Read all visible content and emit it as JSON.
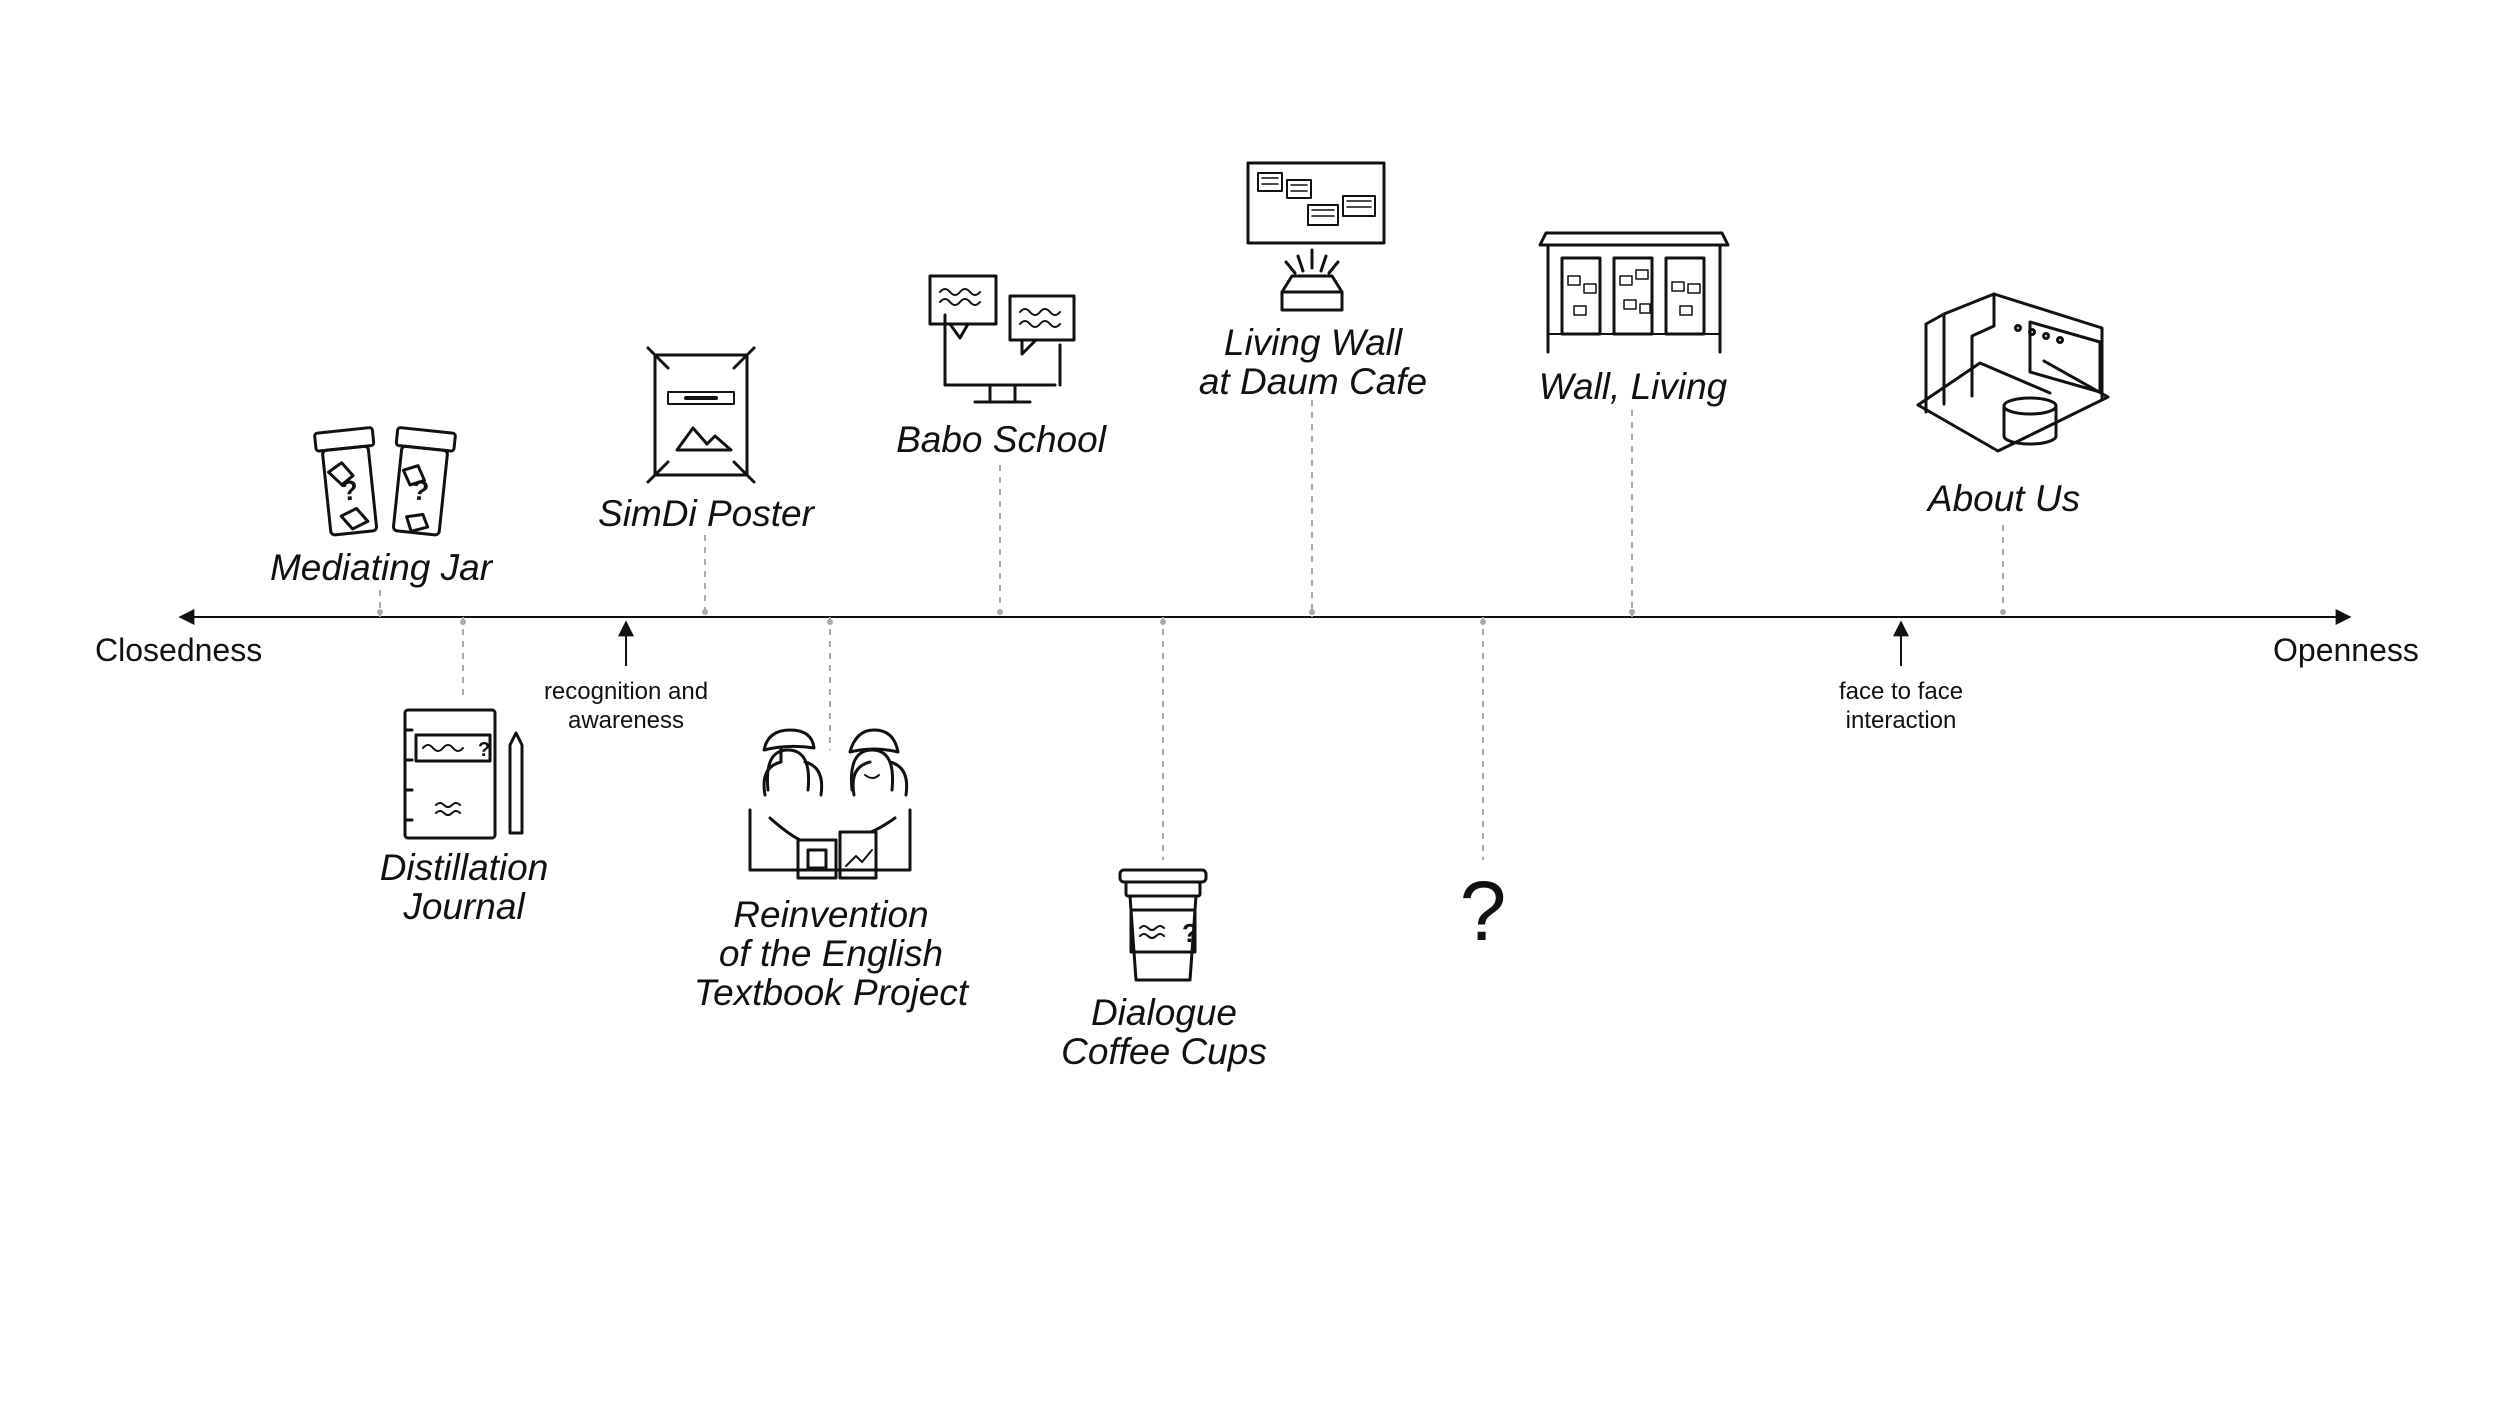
{
  "axis": {
    "left_label": "Closedness",
    "right_label": "Openness"
  },
  "projects": {
    "mediating_jar": {
      "title": "Mediating Jar",
      "icon": "jar-icon"
    },
    "distillation_journal": {
      "title_line1": "Distillation",
      "title_line2": "Journal",
      "icon": "journal-icon"
    },
    "simdi_poster": {
      "title": "SimDi Poster",
      "icon": "poster-icon"
    },
    "reinvention_textbook": {
      "title_line1": "Reinvention",
      "title_line2": "of the English",
      "title_line3": "Textbook Project",
      "icon": "students-icon"
    },
    "babo_school": {
      "title": "Babo School",
      "icon": "monitor-chat-icon"
    },
    "dialogue_coffee_cups": {
      "title_line1": "Dialogue",
      "title_line2": "Coffee Cups",
      "icon": "coffee-cup-icon"
    },
    "living_wall_daum": {
      "title_line1": "Living Wall",
      "title_line2": "at Daum Cafe",
      "icon": "projector-wall-icon"
    },
    "unknown": {
      "title": "?"
    },
    "wall_living": {
      "title": "Wall, Living",
      "icon": "bus-stop-icon"
    },
    "about_us": {
      "title": "About Us",
      "icon": "room-icon"
    }
  },
  "markers": {
    "recognition": {
      "line1": "recognition and",
      "line2": "awareness"
    },
    "face_to_face": {
      "line1": "face to face",
      "line2": "interaction"
    }
  }
}
